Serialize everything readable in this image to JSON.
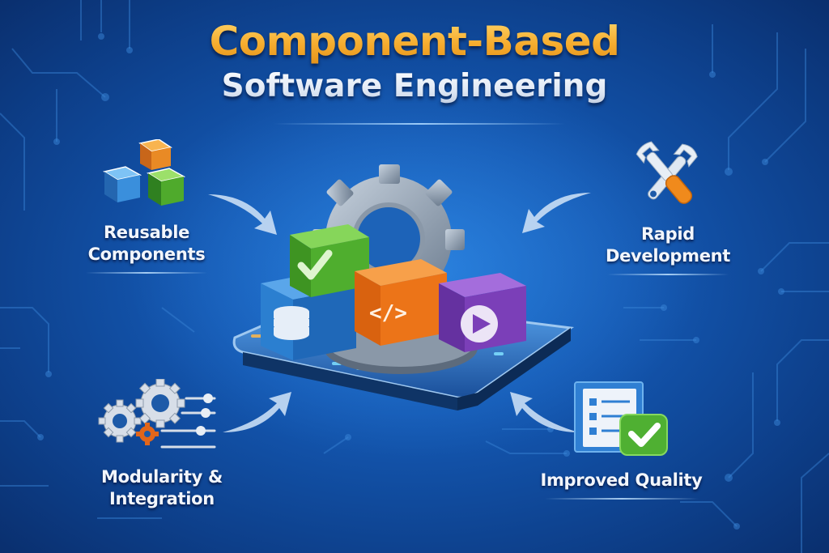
{
  "title": {
    "main": "Component-Based",
    "sub": "Software Engineering"
  },
  "features": [
    {
      "id": "reusable",
      "label_line1": "Reusable",
      "label_line2": "Components",
      "icon": "stacked-cubes-icon"
    },
    {
      "id": "rapid",
      "label_line1": "Rapid",
      "label_line2": "Development",
      "icon": "wrench-screwdriver-icon"
    },
    {
      "id": "modularity",
      "label_line1": "Modularity &",
      "label_line2": "Integration",
      "icon": "gears-sliders-icon"
    },
    {
      "id": "quality",
      "label_line1": "Improved Quality",
      "label_line2": "",
      "icon": "checklist-approved-icon"
    }
  ],
  "center": {
    "description": "Gear platform with component blocks",
    "blocks": [
      {
        "color": "#4fae2e",
        "glyph": "checkmark-icon"
      },
      {
        "color": "#2b7fd0",
        "glyph": "database-icon"
      },
      {
        "color": "#ec7418",
        "glyph": "code-icon",
        "text": "</>"
      },
      {
        "color": "#7b3fb8",
        "glyph": "play-icon"
      }
    ]
  },
  "colors": {
    "background": "#1459b4",
    "title_gold": "#f6ad2f",
    "title_silver": "#dfe8f5",
    "green": "#4fae2e",
    "orange": "#ec7418",
    "purple": "#7b3fb8",
    "blue": "#2b7fd0"
  }
}
